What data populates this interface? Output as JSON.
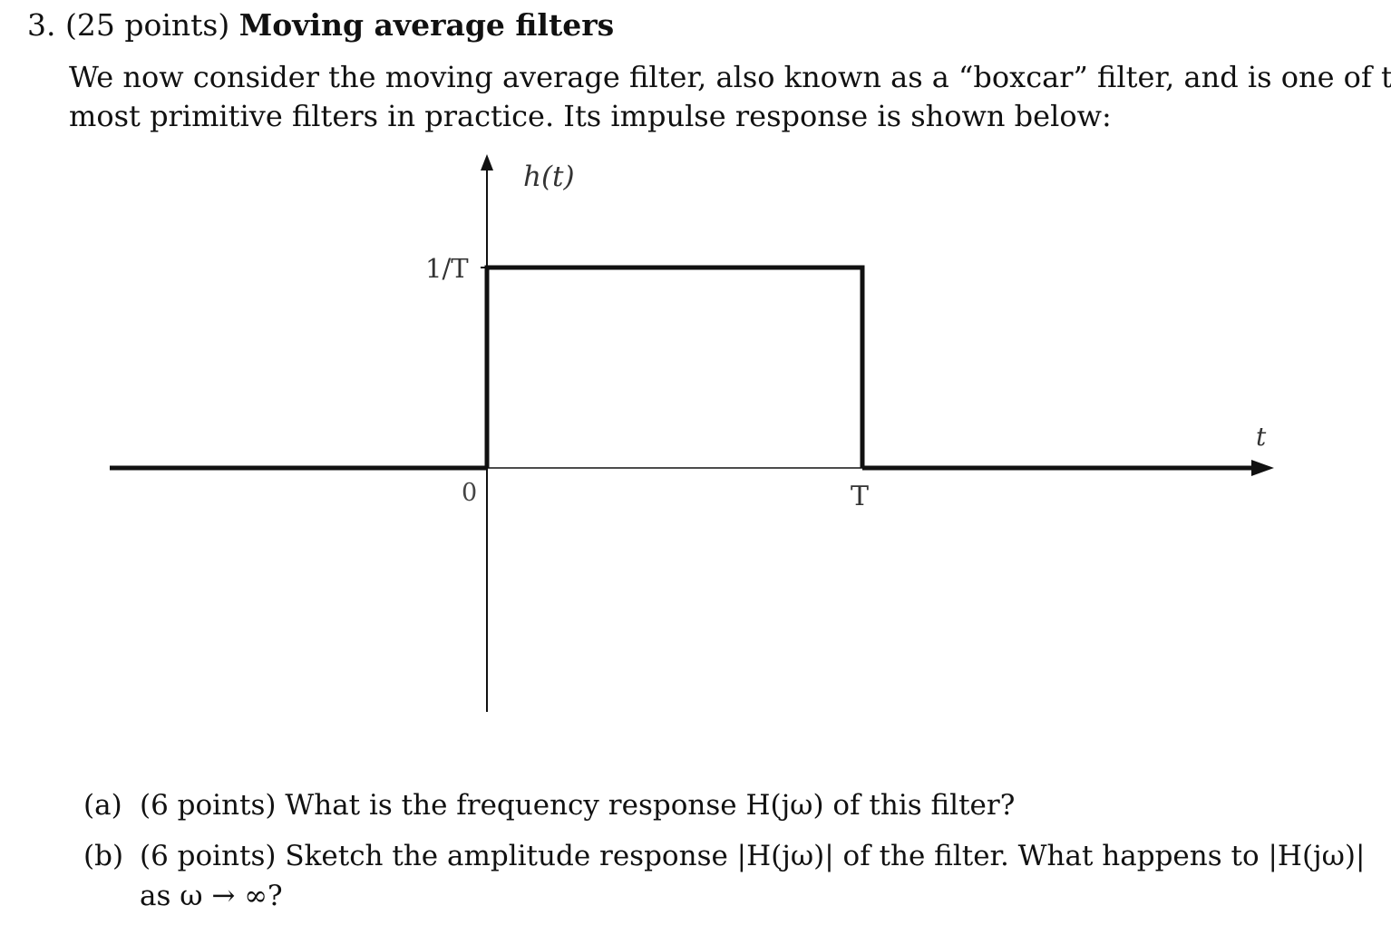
{
  "problem": {
    "number": "3.",
    "points": "(25 points)",
    "title": "Moving average filters"
  },
  "intro": {
    "line1": "We now consider the moving average filter, also known as a “boxcar” filter, and is one of the",
    "line2": "most primitive filters in practice. Its impulse response is shown below:"
  },
  "figure": {
    "y_label": "h(t)",
    "x_label": "t",
    "amplitude_label": "1/T",
    "origin_label": "0",
    "end_label": "T"
  },
  "chart_data": {
    "type": "line",
    "title": "",
    "xlabel": "t",
    "ylabel": "h(t)",
    "x_tick_labels": [
      "0",
      "T"
    ],
    "y_tick_labels": [
      "1/T"
    ],
    "series": [
      {
        "x": [
          "-∞",
          "0",
          "0",
          "T",
          "T",
          "∞"
        ],
        "y": [
          "0",
          "0",
          "1/T",
          "1/T",
          "0",
          "0"
        ]
      }
    ],
    "grid": false
  },
  "parts": {
    "a": {
      "label": "(a)",
      "text": "(6 points) What is the frequency response H(jω) of this filter?"
    },
    "b": {
      "label": "(b)",
      "text_line1": "(6 points) Sketch the amplitude response |H(jω)| of the filter. What happens to |H(jω)|",
      "text_line2": "as ω → ∞?"
    }
  }
}
